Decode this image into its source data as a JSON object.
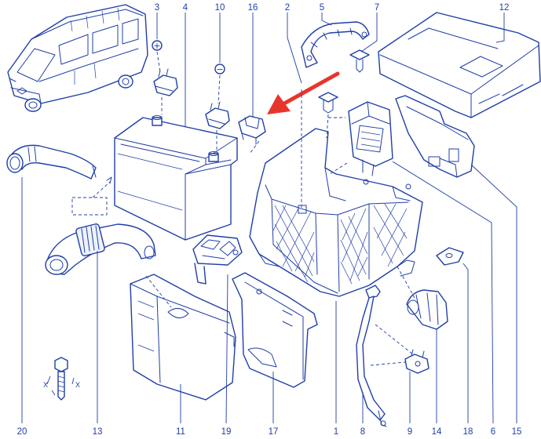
{
  "callouts": {
    "c1": "1",
    "c2": "2",
    "c3": "3",
    "c4": "4",
    "c5": "5",
    "c6": "6",
    "c7": "7",
    "c8": "8",
    "c9": "9",
    "c10": "10",
    "c11": "11",
    "c12": "12",
    "c13": "13",
    "c14": "14",
    "c15": "15",
    "c16": "16",
    "c17": "17",
    "c18": "18",
    "c19": "19",
    "c20": "20"
  },
  "symbols": {
    "plus": "+",
    "minus": "−"
  },
  "dimension_labels": {
    "x_left": "X",
    "x_right": "X"
  },
  "colors": {
    "line": "#1f3fa6",
    "highlight_arrow": "#e8352c",
    "background": "#ffffff"
  }
}
